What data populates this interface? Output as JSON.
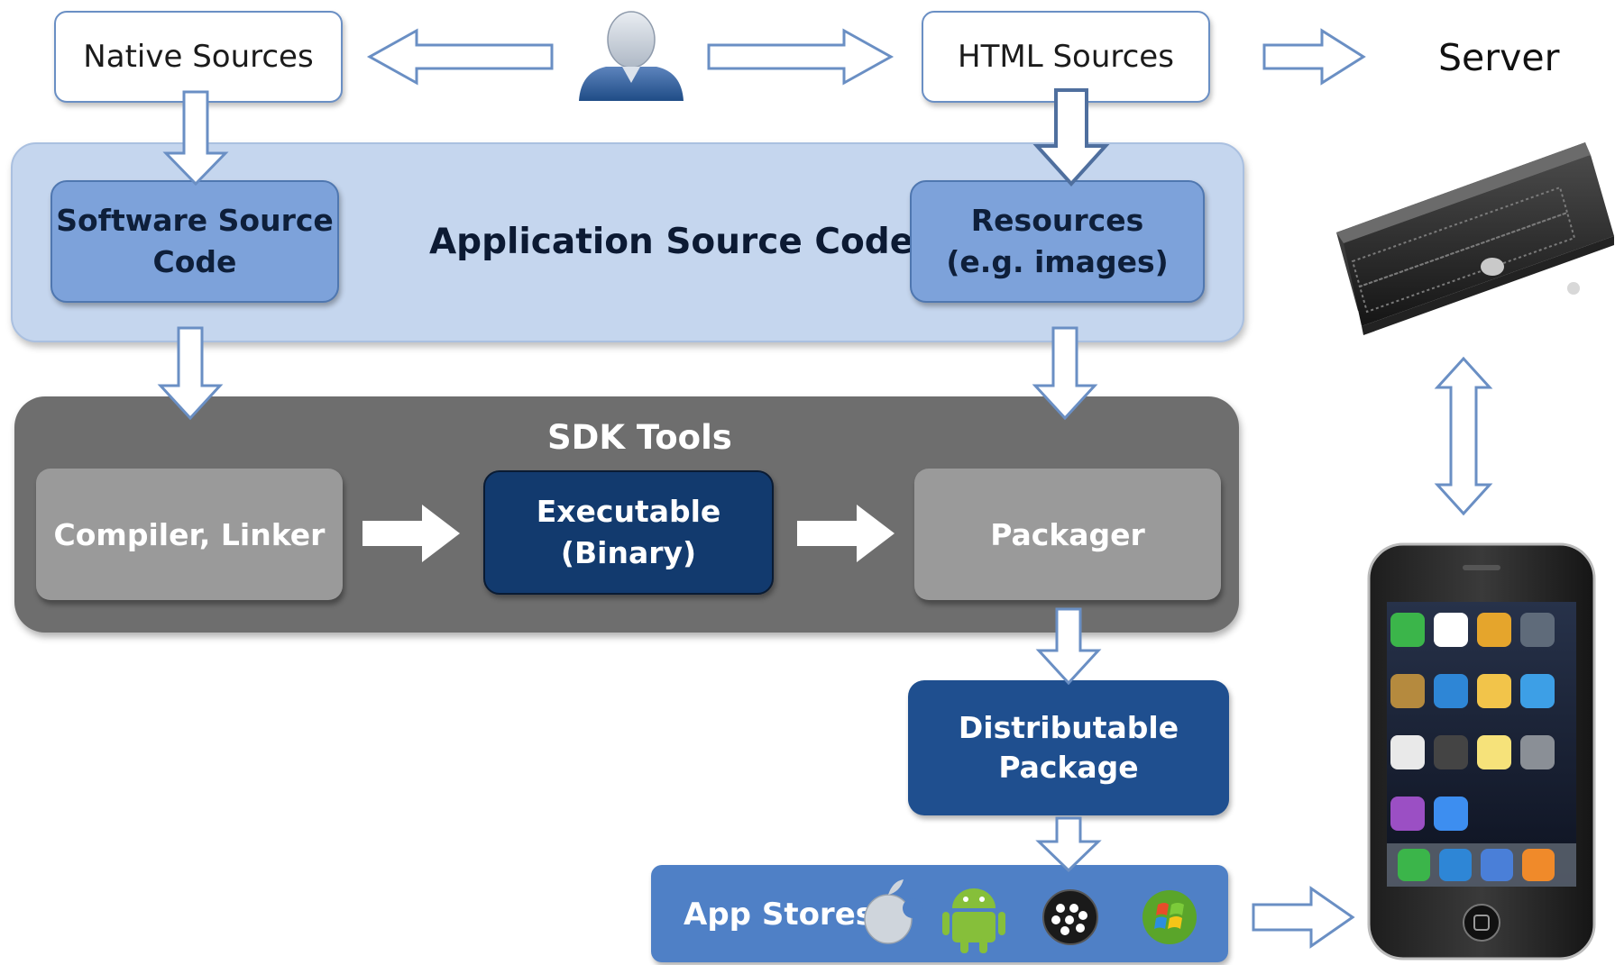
{
  "diagram": {
    "top": {
      "native_sources": "Native Sources",
      "html_sources": "HTML Sources",
      "server": "Server",
      "user_icon": "user-icon"
    },
    "app_source": {
      "title": "Application Source Code",
      "software_source_line1": "Software Source",
      "software_source_line2": "Code",
      "resources_line1": "Resources",
      "resources_line2": "(e.g. images)"
    },
    "sdk": {
      "title": "SDK Tools",
      "compiler": "Compiler, Linker",
      "executable_line1": "Executable",
      "executable_line2": "(Binary)",
      "packager": "Packager"
    },
    "distribution": {
      "package_line1": "Distributable",
      "package_line2": "Package",
      "app_stores": "App Stores",
      "store_icons": [
        "apple-icon",
        "android-icon",
        "blackberry-icon",
        "windows-icon"
      ]
    },
    "devices": {
      "server_icon": "server-rack-icon",
      "phone_icon": "smartphone-icon"
    },
    "colors": {
      "light_band": "#c5d6ee",
      "mid_box": "#7da2da",
      "dark_band": "#6e6e6e",
      "gray_box": "#9a9a9a",
      "navy": "#123a6e",
      "store_band": "#4f80c6"
    }
  }
}
